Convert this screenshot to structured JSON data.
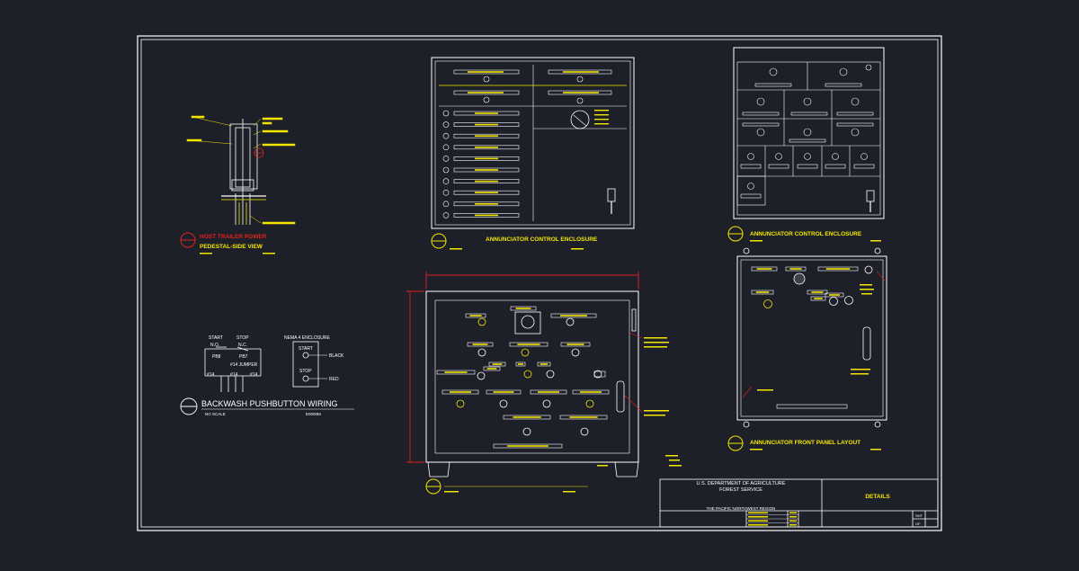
{
  "colors": {
    "background": "#1e2029",
    "line": "#ffffff",
    "label": "#f2e600",
    "dimension": "#e02020"
  },
  "titleblock": {
    "agency_line1": "U.S. DEPARTMENT OF AGRICULTURE",
    "agency_line2": "FOREST SERVICE",
    "region": "THE PACIFIC NORTHWEST REGION",
    "sheet_title": "DETAILS",
    "sheet_label": "SHT",
    "of_label": "OF"
  },
  "pedestal": {
    "title_line1": "HOST TRAILER POWER",
    "title_line2": "PEDESTAL-SIDE VIEW"
  },
  "wiring": {
    "title": "BACKWASH PUSHBUTTON WIRING",
    "scale": "NO SCALE",
    "drawing_no": "E0000M",
    "start": "START",
    "stop": "STOP",
    "no": "N.O.",
    "nc": "N.C.",
    "pb8": "PB8",
    "pb7": "PB7",
    "jumper": "#14 JUMPER",
    "wire_a": "#14",
    "wire_b": "#14",
    "wire_c": "#14",
    "enclosure": "NEMA 4 ENCLOSURE",
    "enc_start": "START",
    "enc_stop": "STOP",
    "black": "BLACK",
    "red": "RED"
  },
  "annunciator": {
    "enclosure_title_a": "ANNUNCIATOR CONTROL ENCLOSURE",
    "enclosure_title_b": "ANNUNCIATOR CONTROL ENCLOSURE",
    "front_panel_title": "ANNUNCIATOR FRONT PANEL LAYOUT"
  }
}
